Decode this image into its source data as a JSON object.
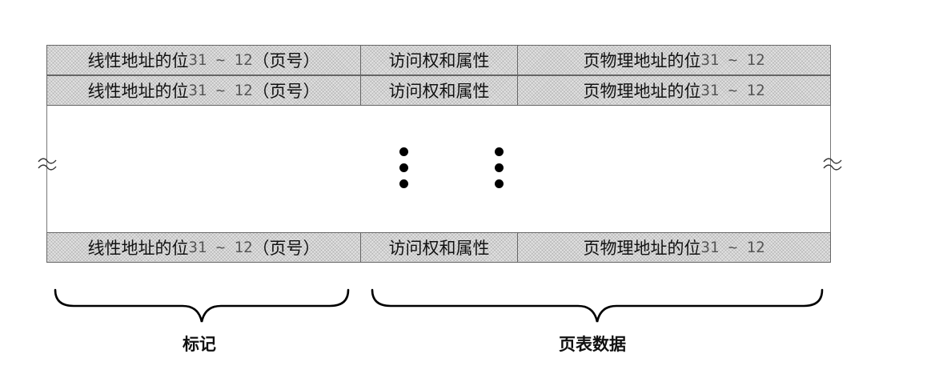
{
  "rows": [
    {
      "c1_text": "线性地址的位",
      "c1_num": "31 ~ 12",
      "c1_suffix": "（页号）",
      "c2_text": "访问权和属性",
      "c3_text": "页物理地址的位",
      "c3_num": "31 ~ 12"
    },
    {
      "c1_text": "线性地址的位",
      "c1_num": "31 ~ 12",
      "c1_suffix": "（页号）",
      "c2_text": "访问权和属性",
      "c3_text": "页物理地址的位",
      "c3_num": "31 ~ 12"
    },
    {
      "c1_text": "线性地址的位",
      "c1_num": "31 ~ 12",
      "c1_suffix": "（页号）",
      "c2_text": "访问权和属性",
      "c3_text": "页物理地址的位",
      "c3_num": "31 ~ 12"
    }
  ],
  "labels": {
    "tag": "标记",
    "page_table_data": "页表数据"
  }
}
